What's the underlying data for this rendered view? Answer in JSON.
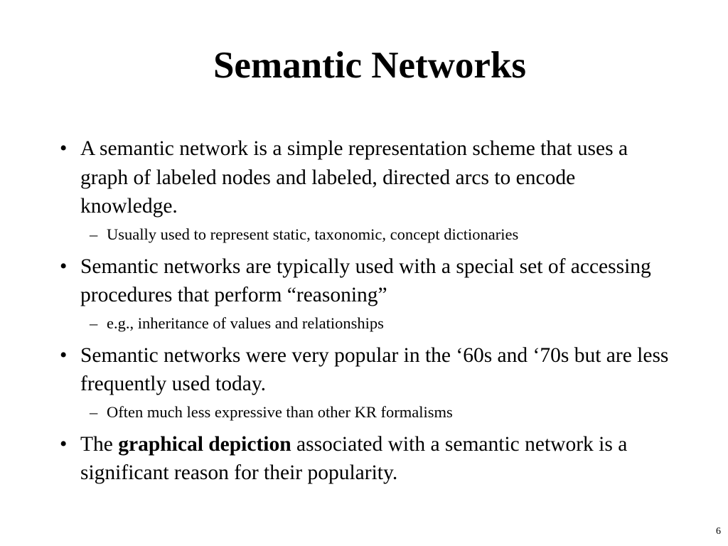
{
  "slide": {
    "title": "Semantic Networks",
    "page_number": "6",
    "bullet_marker": "•",
    "sub_marker": "–",
    "bullets": [
      {
        "text": "A semantic network is a simple representation scheme that uses a graph of labeled nodes and labeled, directed arcs to encode knowledge.",
        "sub": "Usually used to represent static, taxonomic, concept dictionaries"
      },
      {
        "text": "Semantic networks are typically used with a special set of accessing procedures that perform “reasoning”",
        "sub": "e.g., inheritance of values and relationships"
      },
      {
        "text": "Semantic networks were very popular in the ‘60s and ‘70s but are less frequently used today.",
        "sub": "Often much less expressive than other KR formalisms"
      },
      {
        "text_before": "The ",
        "text_bold": "graphical depiction",
        "text_after": " associated with a semantic network is a significant reason for their popularity."
      }
    ]
  }
}
